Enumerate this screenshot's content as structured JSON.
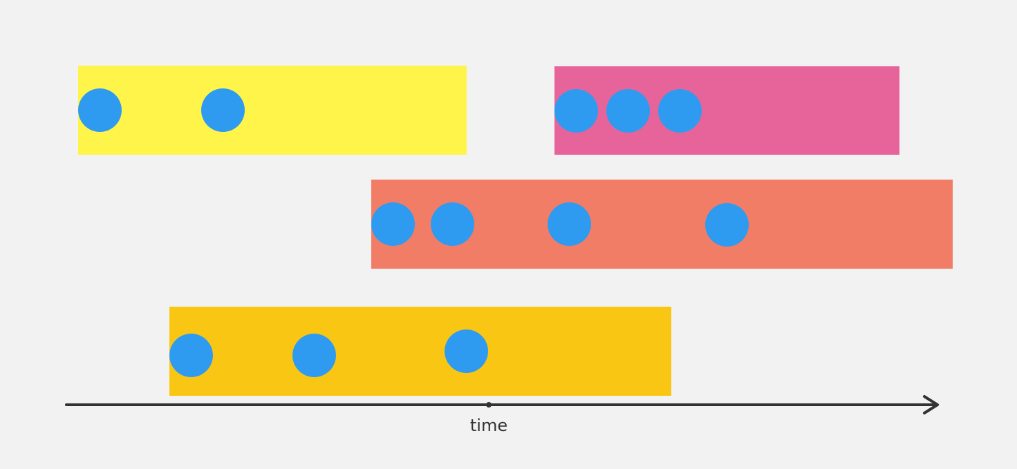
{
  "diagram": {
    "axis": {
      "label": "time",
      "color": "#333333"
    },
    "dot_color": "#2f9bf0",
    "bars": [
      {
        "color": "#fff54a",
        "dot_count": 2
      },
      {
        "color": "#e6649a",
        "dot_count": 3
      },
      {
        "color": "#f27d67",
        "dot_count": 4
      },
      {
        "color": "#f9c713",
        "dot_count": 3
      }
    ]
  }
}
